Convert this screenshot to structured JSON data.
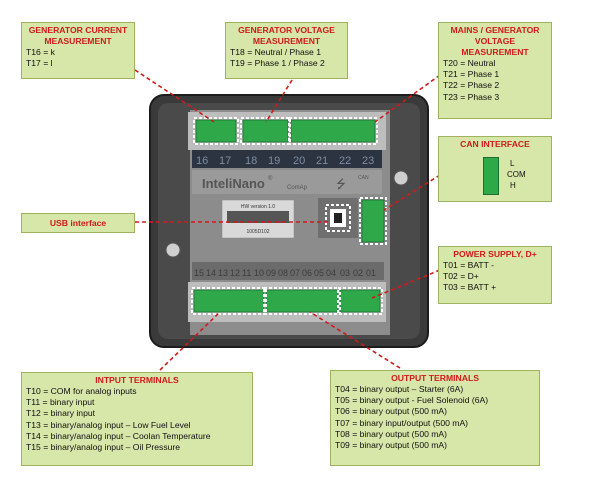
{
  "gen_current": {
    "title_line1": "GENERATOR CURRENT",
    "title_line2": "MEASUREMENT",
    "lines": [
      "T16 = k",
      "T17 = l"
    ]
  },
  "gen_voltage": {
    "title_line1": "GENERATOR VOLTAGE",
    "title_line2": "MEASUREMENT",
    "lines": [
      "T18 = Neutral / Phase 1",
      "T19 = Phase 1 / Phase 2"
    ]
  },
  "mains": {
    "title_line1": "MAINS / GENERATOR",
    "title_line2": "VOLTAGE",
    "title_line3": "MEASUREMENT",
    "lines": [
      "T20 = Neutral",
      "T21 = Phase 1",
      "T22 = Phase 2",
      "T23 = Phase 3"
    ]
  },
  "can": {
    "title": "CAN INTERFACE",
    "labels": [
      "L",
      "COM",
      "H"
    ]
  },
  "usb": {
    "title": "USB interface"
  },
  "power": {
    "title": "POWER SUPPLY, D+",
    "lines": [
      "T01 = BATT -",
      "T02 = D+",
      "T03 = BATT +"
    ]
  },
  "inputs": {
    "title": "INTPUT TERMINALS",
    "lines": [
      "T10 = COM for analog inputs",
      "T11 = binary input",
      "T12 = binary input",
      "T13 = binary/analog input – Low Fuel Level",
      "T14 = binary/analog input – Coolan Temperature",
      "T15 = binary/analog input – Oil Pressure"
    ]
  },
  "outputs": {
    "title": "OUTPUT TERMINALS",
    "lines": [
      "T04 = binary output – Starter (6A)",
      "T05 = binary output - Fuel Solenoid (6A)",
      "T06 = binary output (500 mA)",
      "T07 = binary input/output (500 mA)",
      "T08 = binary output (500 mA)",
      "T09 = binary output (500 mA)"
    ]
  },
  "device": {
    "brand": "InteliNano",
    "brand_mark": "®",
    "maker": "ComAp",
    "hw_label": "HW version 1.0",
    "serial": "1005D102",
    "usb_symbol": "⭍",
    "can_label": "CAN",
    "top_numbers": [
      "16",
      "17",
      "18",
      "19",
      "20",
      "21",
      "22",
      "23"
    ],
    "bottom_numbers": [
      "15",
      "14",
      "13",
      "12",
      "11",
      "10",
      "09",
      "08",
      "07",
      "06",
      "05",
      "04",
      "03",
      "02",
      "01"
    ]
  },
  "colors": {
    "label_box": "#d7e6a9",
    "title_red": "#d11a1a",
    "terminal_green": "#2fa84a",
    "device_dark": "#2b2b2b",
    "leader_red": "#d11a1a"
  }
}
